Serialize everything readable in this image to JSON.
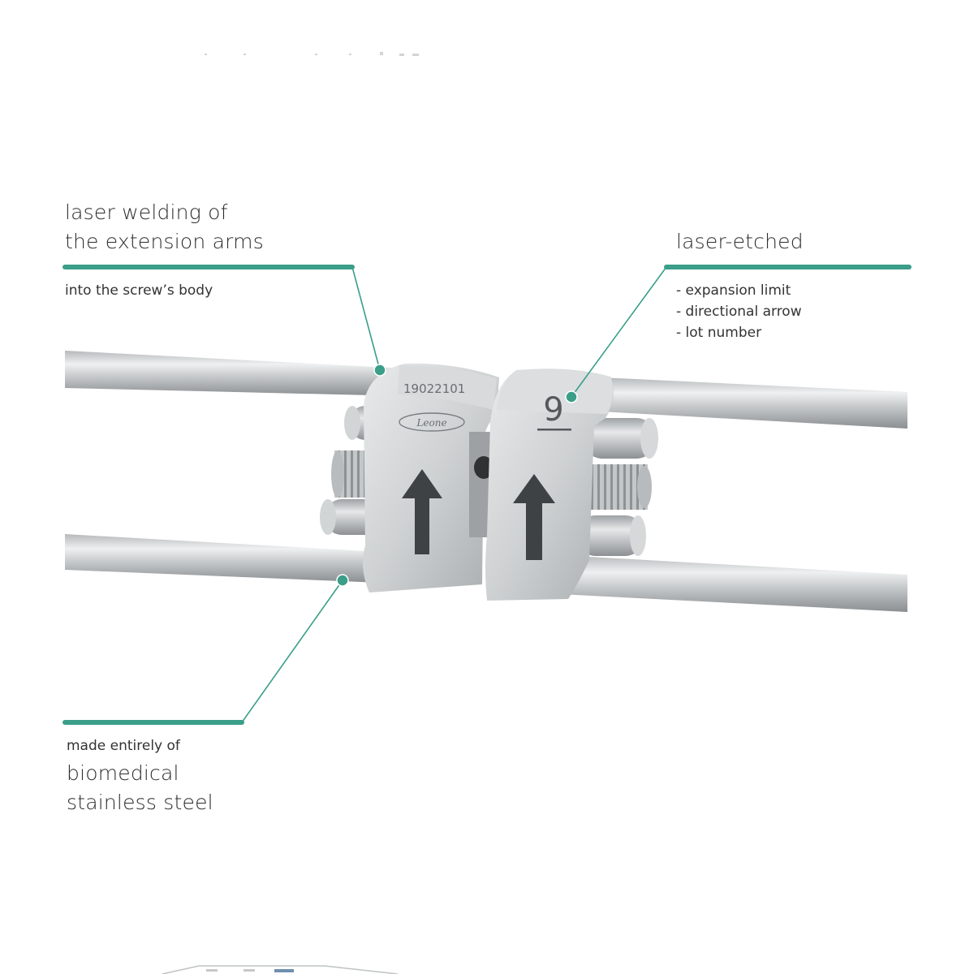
{
  "annotations": {
    "welding": {
      "title_lines": [
        "laser welding of",
        "the extension arms"
      ],
      "detail": "into the screw’s body"
    },
    "etched": {
      "title": "laser-etched",
      "items": [
        "- expansion limit",
        "- directional arrow",
        "- lot number"
      ]
    },
    "material": {
      "lead": "made entirely of",
      "title_lines": [
        "biomedical",
        "stainless steel"
      ]
    }
  },
  "product": {
    "lot_number": "19022101",
    "brand": "Leone",
    "expansion_limit": "9"
  },
  "colors": {
    "accent": "#3a9e88",
    "steel_light": "#e4e6e7",
    "steel_mid": "#b4b7b9",
    "steel_dark": "#7d8184",
    "arrow": "#3f4244"
  }
}
